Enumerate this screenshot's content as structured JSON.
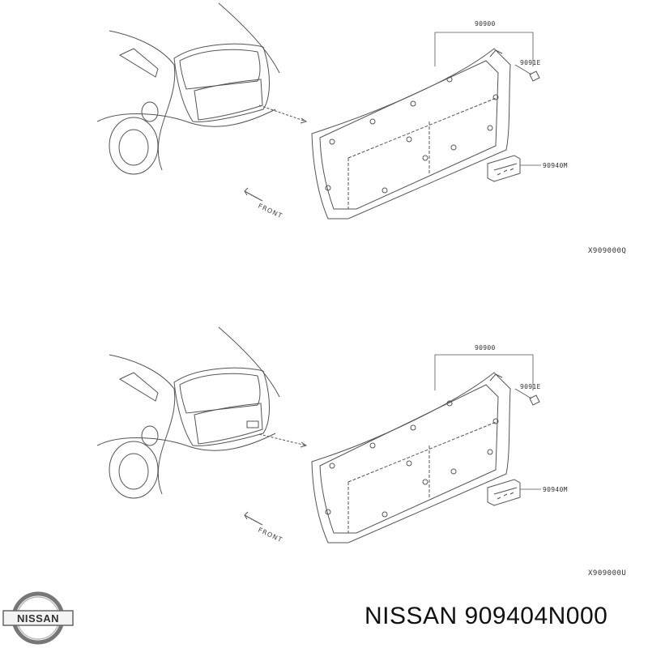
{
  "diagrams": [
    {
      "callouts": {
        "main": "90900",
        "clip": "9091E",
        "part": "90940M"
      },
      "front_label": "FRONT",
      "ref_code": "X909000Q"
    },
    {
      "callouts": {
        "main": "90900",
        "clip": "9091E",
        "part": "90940M"
      },
      "front_label": "FRONT",
      "ref_code": "X909000U"
    }
  ],
  "logo": {
    "text": "NISSAN"
  },
  "part_title": "NISSAN 909404N000",
  "colors": {
    "line": "#555555",
    "text": "#111111",
    "logo": "#444444"
  }
}
